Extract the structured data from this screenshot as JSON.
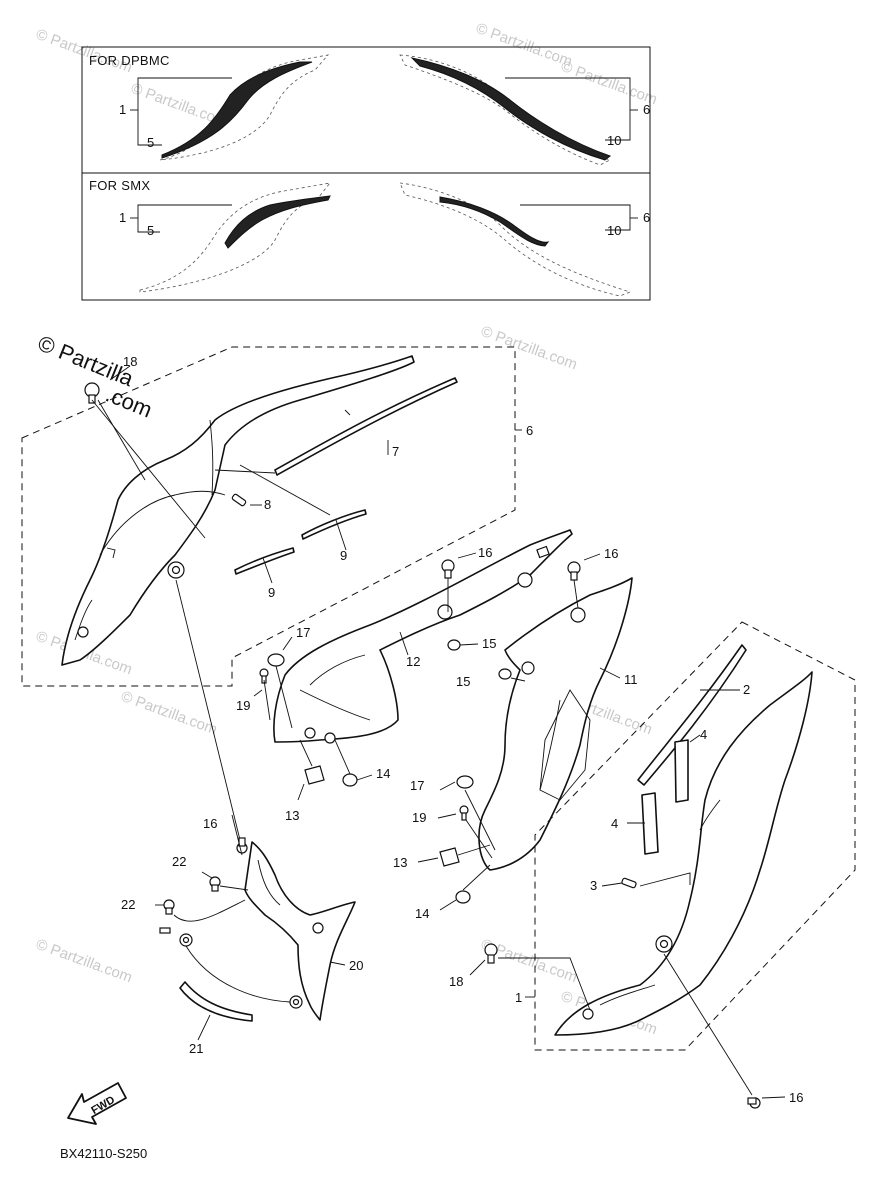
{
  "watermark": {
    "copyright_line1": "© Partzilla",
    "copyright_line2": ".com",
    "repeat_text": "© Partzilla.com"
  },
  "inset": {
    "top_title": "FOR DPBMC",
    "bottom_title": "FOR SMX"
  },
  "labels": {
    "n1": "1",
    "n2": "2",
    "n3": "3",
    "n4": "4",
    "n5": "5",
    "n6": "6",
    "n7": "7",
    "n8": "8",
    "n9": "9",
    "n10": "10",
    "n11": "11",
    "n12": "12",
    "n13": "13",
    "n14": "14",
    "n15": "15",
    "n16": "16",
    "n17": "17",
    "n18": "18",
    "n19": "19",
    "n20": "20",
    "n21": "21",
    "n22": "22"
  },
  "fwd_arrow": {
    "text": "FWD"
  },
  "diagram_ref": "BX42110-S250"
}
